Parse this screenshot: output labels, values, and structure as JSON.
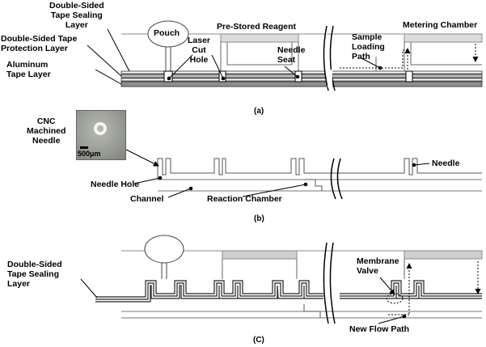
{
  "panel_a": {
    "caption": "(a)",
    "labels": {
      "double_sided_tape_sealing": "Double-Sided\nTape Sealing\nLayer",
      "double_sided_tape_protection": "Double-Sided Tape\nProtection Layer",
      "aluminum_tape": "Aluminum\nTape Layer",
      "pouch": "Pouch",
      "laser_cut_hole": "Laser\nCut\nHole",
      "pre_stored_reagent": "Pre-Stored Reagent",
      "needle_seat": "Needle\nSeat",
      "sample_loading_path": "Sample\nLoading\nPath",
      "metering_chamber": "Metering Chamber"
    }
  },
  "panel_b": {
    "caption": "(b)",
    "labels": {
      "cnc_needle": "CNC\nMachined\nNeedle",
      "scale": "500μm",
      "needle_hole": "Needle Hole",
      "channel": "Channel",
      "reaction_chamber": "Reaction Chamber",
      "needle": "Needle"
    }
  },
  "panel_c": {
    "caption": "(C)",
    "labels": {
      "double_sided_tape_sealing": "Double-Sided\nTape Sealing\nLayer",
      "membrane_valve": "Membrane\nValve",
      "new_flow_path": "New Flow Path"
    }
  }
}
